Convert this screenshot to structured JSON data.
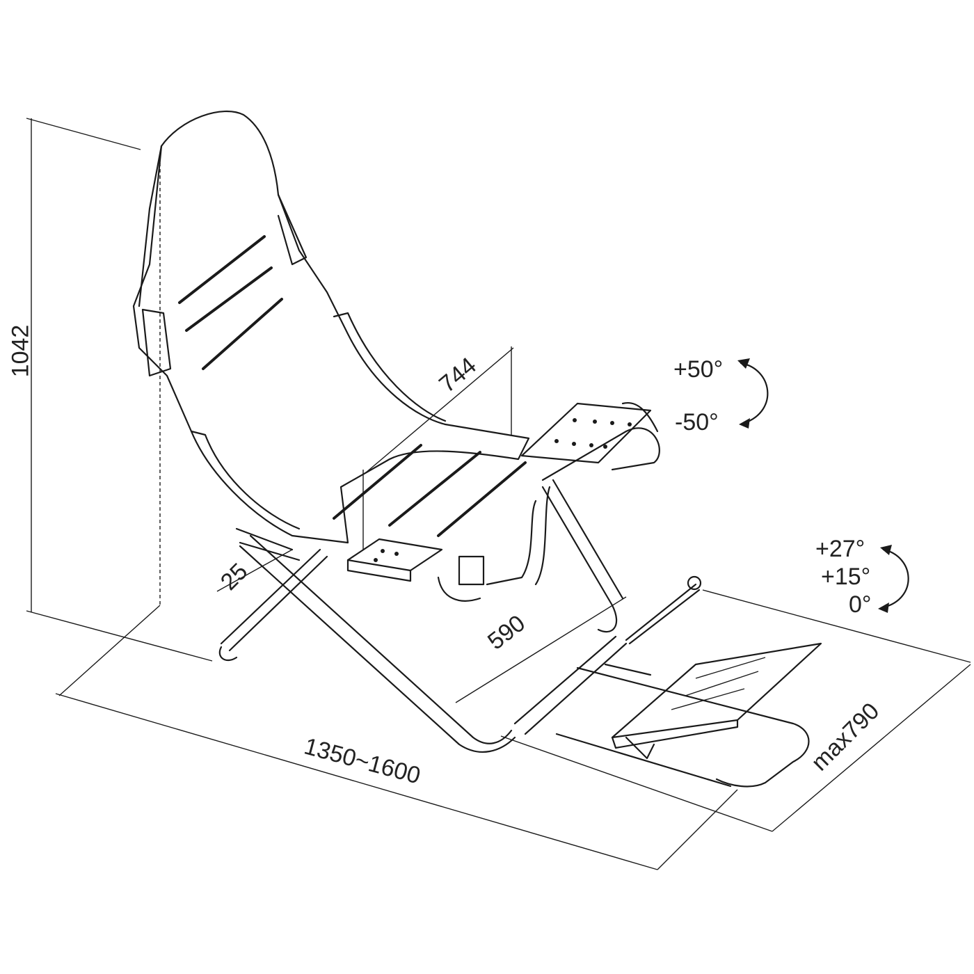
{
  "dimensions": {
    "height": "1042",
    "seat_width": "744",
    "offset": "25",
    "depth": "590",
    "length": "1350~1600",
    "pedal_reach": "max790"
  },
  "angles": {
    "wheel_up": "+50°",
    "wheel_down": "-50°",
    "pedal_high": "+27°",
    "pedal_mid": "+15°",
    "pedal_low": "0°"
  },
  "colors": {
    "line": "#1a1a1a",
    "background": "#ffffff"
  }
}
